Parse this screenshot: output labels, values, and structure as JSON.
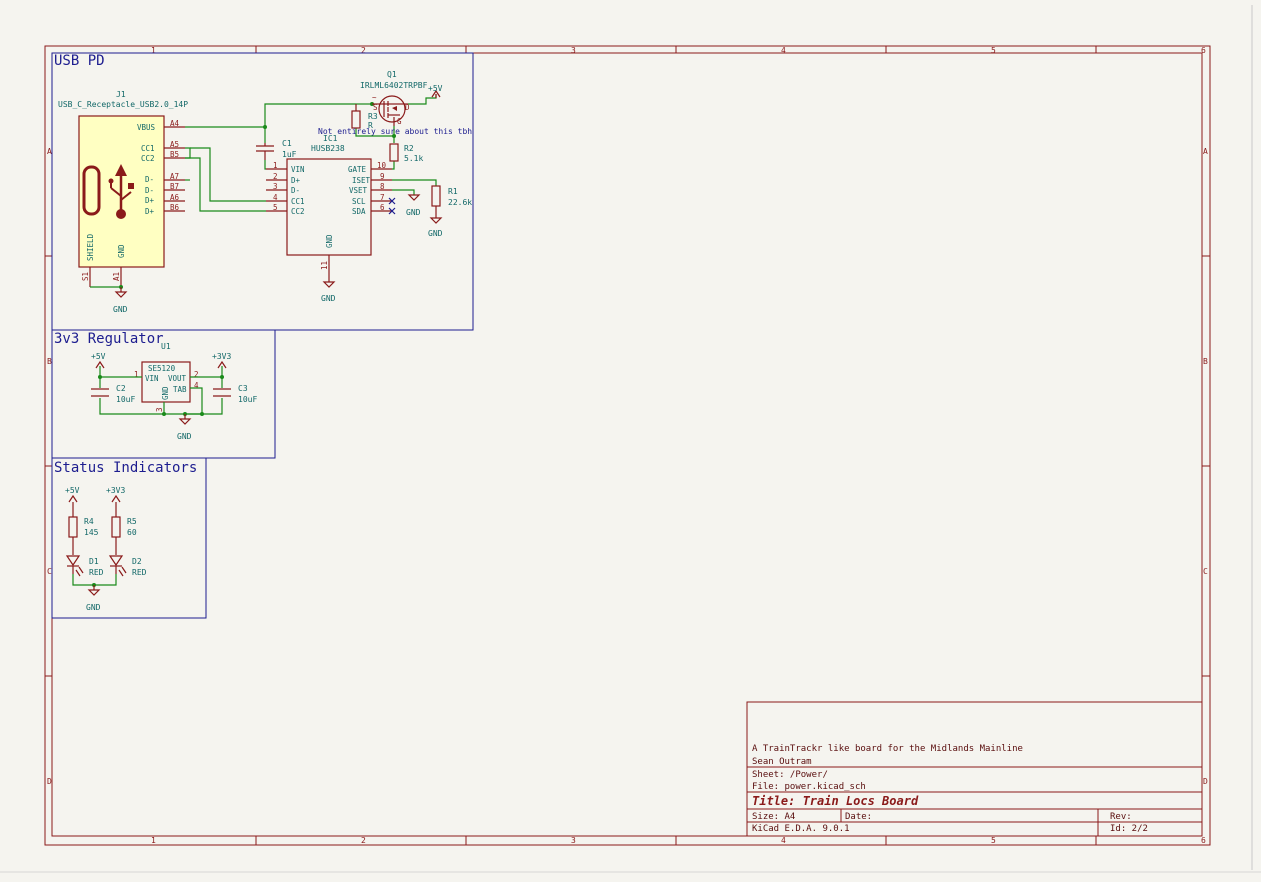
{
  "sheets": [
    {
      "title": "USB PD"
    },
    {
      "title": "3v3 Regulator"
    },
    {
      "title": "Status Indicators"
    }
  ],
  "grid": {
    "columns": [
      "1",
      "2",
      "3",
      "4",
      "5",
      "6"
    ],
    "rows": [
      "A",
      "B",
      "C",
      "D"
    ]
  },
  "components": {
    "j1": {
      "ref": "J1",
      "value": "USB_C_Receptacle_USB2.0_14P",
      "pins_left": [
        "VBUS",
        "CC1",
        "CC2",
        "D-",
        "D-",
        "D+",
        "D+"
      ],
      "pins_right_num": [
        "A4",
        "A5",
        "B5",
        "A7",
        "B7",
        "A6",
        "B6"
      ],
      "shield": "SHIELD",
      "gnd": "GND",
      "bottom_nums": [
        "S1",
        "A1"
      ]
    },
    "q1": {
      "ref": "Q1",
      "value": "IRLML6402TRPBF",
      "s": "S",
      "d": "D",
      "g": "G"
    },
    "ic1": {
      "ref": "IC1",
      "value": "HUSB238",
      "left_pins": [
        "VIN",
        "D+",
        "D-",
        "CC1",
        "CC2"
      ],
      "left_nums": [
        "1",
        "2",
        "3",
        "4",
        "5"
      ],
      "right_pins": [
        "GATE",
        "ISET",
        "VSET",
        "SCL",
        "SDA"
      ],
      "right_nums": [
        "10",
        "9",
        "8",
        "7",
        "6"
      ],
      "gnd": "GND",
      "gnd_num": "11"
    },
    "c1": {
      "ref": "C1",
      "value": "1uF"
    },
    "r1": {
      "ref": "R1",
      "value": "22.6k"
    },
    "r2": {
      "ref": "R2",
      "value": "5.1k"
    },
    "r3": {
      "ref": "R3",
      "value": "R"
    },
    "u1": {
      "ref": "U1",
      "value": "SE5120",
      "vin": "VIN",
      "vout": "VOUT",
      "tab": "TAB",
      "gnd": "GND",
      "nums": [
        "1",
        "2",
        "4",
        "3"
      ]
    },
    "c2": {
      "ref": "C2",
      "value": "10uF"
    },
    "c3": {
      "ref": "C3",
      "value": "10uF"
    },
    "r4": {
      "ref": "R4",
      "value": "145"
    },
    "r5": {
      "ref": "R5",
      "value": "60"
    },
    "d1": {
      "ref": "D1",
      "value": "RED"
    },
    "d2": {
      "ref": "D2",
      "value": "RED"
    }
  },
  "power": {
    "p5v": "+5V",
    "p3v3": "+3V3",
    "gnd": "GND"
  },
  "note": "Not entirely sure about this tbh",
  "title_block": {
    "comment": "A TrainTrackr like board for the Midlands Mainline",
    "author": "Sean Outram",
    "sheet": "Sheet: /Power/",
    "file": "File: power.kicad_sch",
    "title": "Title: Train Locs Board",
    "size": "Size: A4",
    "date": "Date:",
    "rev": "Rev:",
    "tool": "KiCad E.D.A. 9.0.1",
    "id": "Id: 2/2"
  }
}
